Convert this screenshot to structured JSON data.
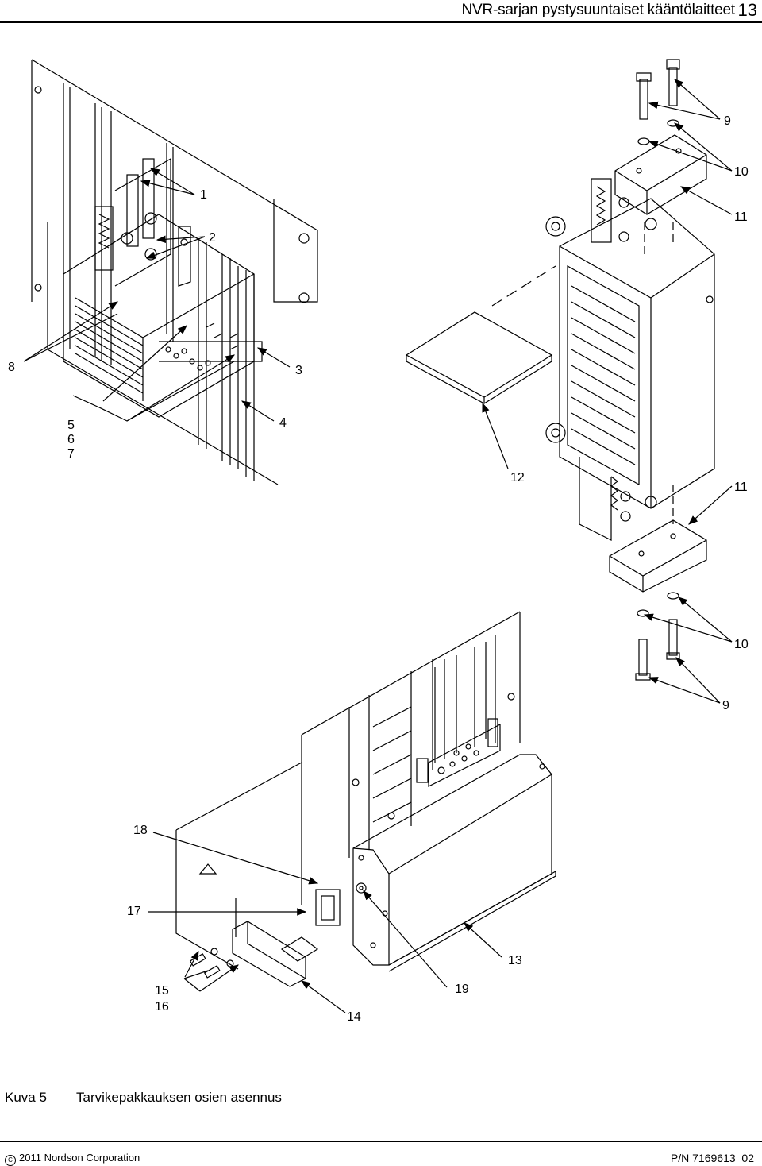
{
  "header": {
    "title": "NVR-sarjan pystysuuntaiset kääntölaitteet",
    "page_number": "13"
  },
  "drawing": {
    "callouts": [
      "1",
      "2",
      "3",
      "4",
      "5",
      "6",
      "7",
      "8",
      "9",
      "10",
      "11",
      "12",
      "11",
      "10",
      "9",
      "18",
      "17",
      "15",
      "16",
      "14",
      "19",
      "13"
    ]
  },
  "caption": {
    "label": "Kuva 5",
    "text": "Tarvikepakkauksen osien asennus"
  },
  "footer": {
    "copyright_icon": "copyright-icon",
    "copyright": "2011 Nordson Corporation",
    "part_number": "P/N 7169613_02"
  }
}
